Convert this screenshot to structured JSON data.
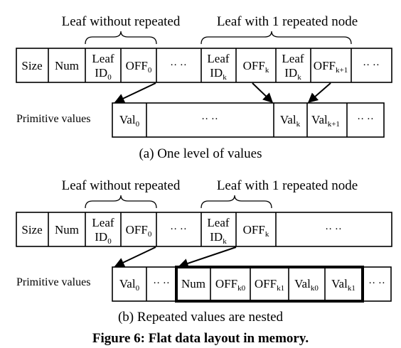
{
  "figure": {
    "caption": "Figure 6: Flat data layout in memory."
  },
  "panel_a": {
    "brace_labels": [
      "Leaf without repeated",
      "Leaf with 1 repeated node"
    ],
    "row1": [
      "Size",
      "Num",
      "Leaf ID0",
      "OFF0",
      "·· ··",
      "Leaf IDk",
      "OFFk",
      "Leaf IDk",
      "OFFk+1",
      "·· ··"
    ],
    "row2_label": "Primitive values",
    "row2": [
      "Val0",
      "·· ··",
      "Valk",
      "Valk+1",
      "·· ··"
    ],
    "subcaption": "(a) One level of values"
  },
  "panel_b": {
    "brace_labels": [
      "Leaf without repeated",
      "Leaf with 1 repeated node"
    ],
    "row1": [
      "Size",
      "Num",
      "Leaf ID0",
      "OFF0",
      "·· ··",
      "Leaf IDk",
      "OFFk",
      "·· ··"
    ],
    "row2_label": "Primitive values",
    "row2": [
      "Val0",
      "·· ··",
      "Num",
      "OFFk0",
      "OFFk1",
      "Valk0",
      "Valk1",
      "·· ··"
    ],
    "subcaption": "(b) Repeated values are nested"
  }
}
